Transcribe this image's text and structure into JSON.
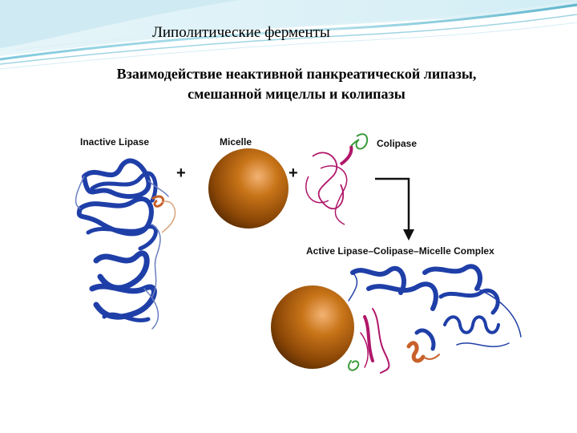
{
  "slide": {
    "title": "Липолитические ферменты",
    "subtitle_line1": "Взаимодействие неактивной панкреатической липазы,",
    "subtitle_line2": "смешанной мицеллы и колипазы"
  },
  "figure": {
    "label_inactive_lipase": "Inactive Lipase",
    "label_micelle": "Micelle",
    "label_colipase": "Colipase",
    "label_complex": "Active Lipase–Colipase–Micelle Complex",
    "plus_sign": "+"
  },
  "colors": {
    "header_teal": "#4aa9c4",
    "lipase_blue": "#1f3fa8",
    "micelle_brown": "#b8650f",
    "colipase_magenta": "#b0166a",
    "helix_orange": "#c8612a",
    "loop_green": "#3a9a3a"
  }
}
